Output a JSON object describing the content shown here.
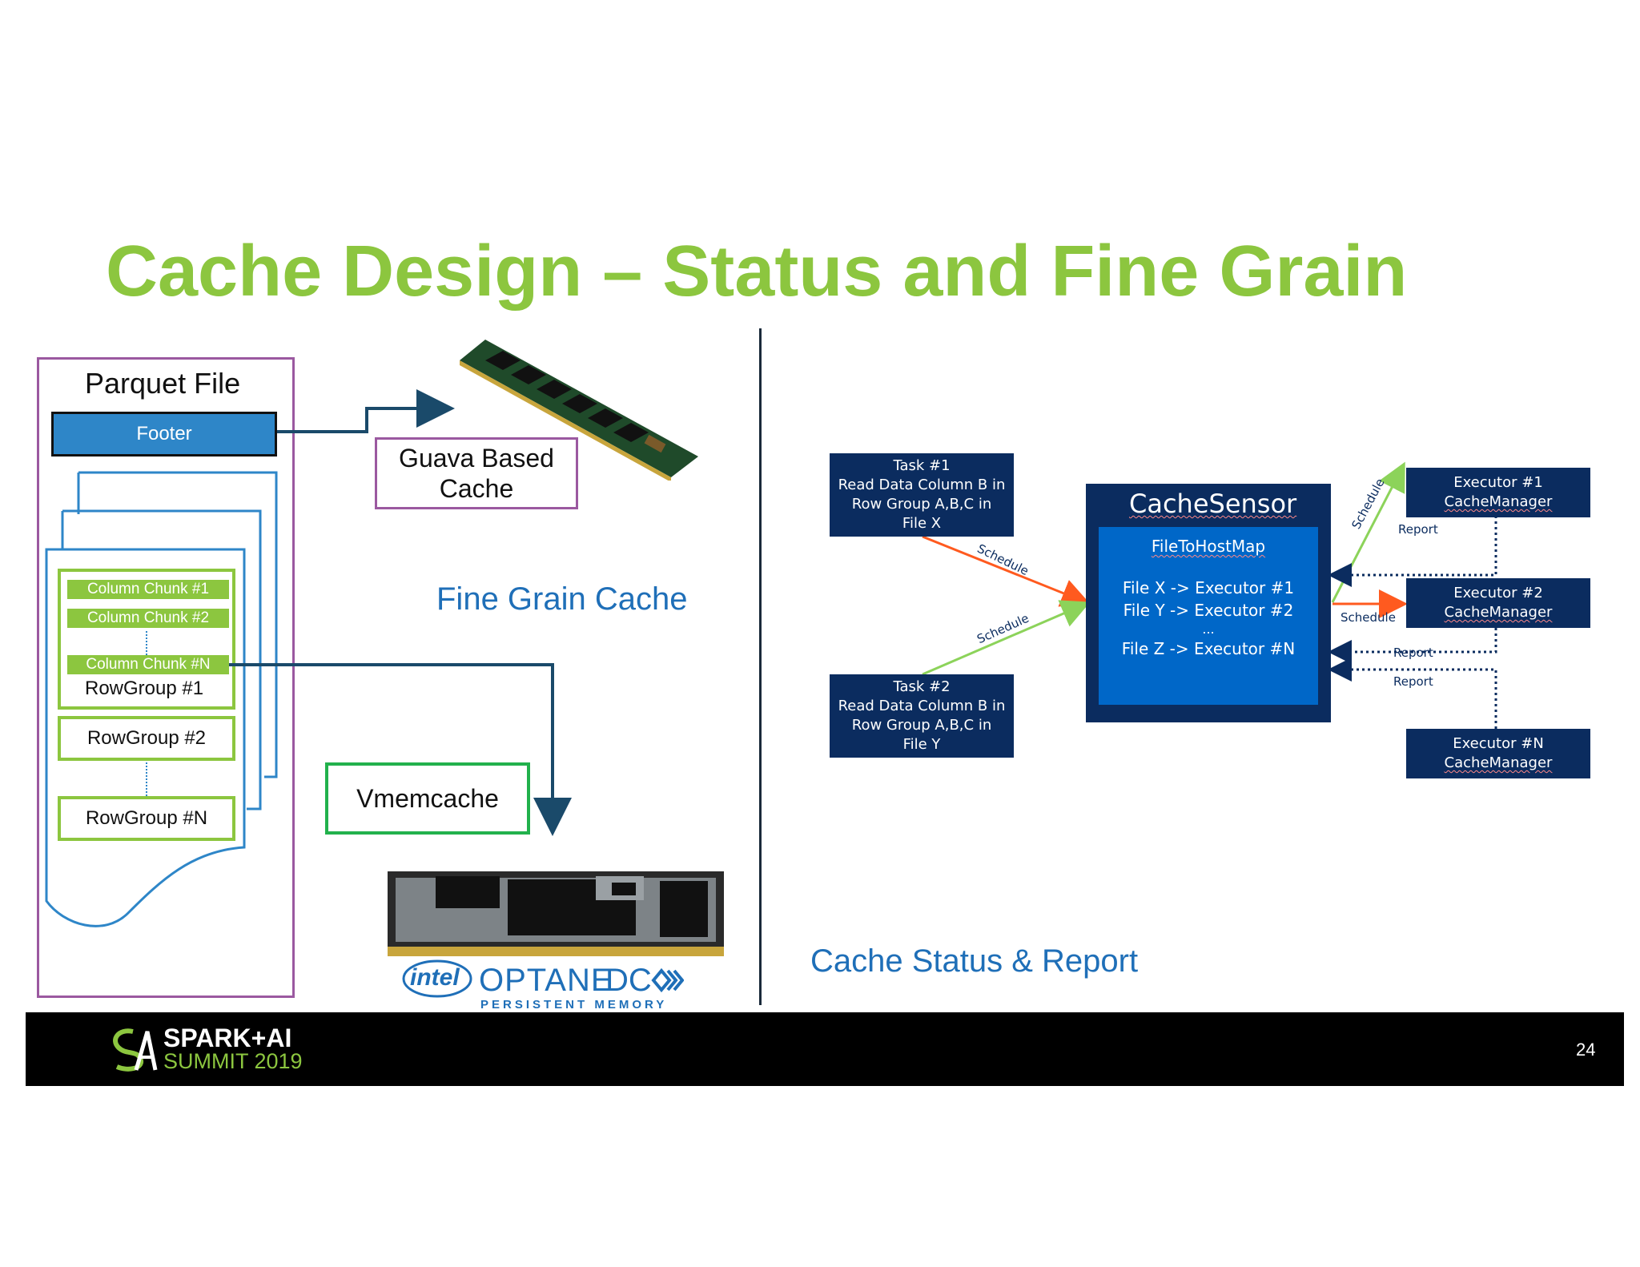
{
  "title": "Cache Design – Status and Fine Grain",
  "left": {
    "parquet_title": "Parquet File",
    "footer_label": "Footer",
    "chunks": [
      "Column Chunk #1",
      "Column Chunk #2",
      "Column Chunk #N"
    ],
    "rowgroups": [
      "RowGroup #1",
      "RowGroup #2",
      "RowGroup #N"
    ],
    "guava": [
      "Guava Based",
      "Cache"
    ],
    "vmemcache": "Vmemcache",
    "fine_grain": "Fine Grain Cache",
    "intel_logo": "intel",
    "optane_brand": "OPTANE",
    "optane_dc": "DC",
    "optane_sub": "PERSISTENT MEMORY"
  },
  "right": {
    "caption": "Cache Status & Report",
    "task1": [
      "Task #1",
      "Read Data Column B in",
      "Row Group A,B,C in",
      "File X"
    ],
    "task2": [
      "Task #2",
      "Read Data Column B in",
      "Row Group A,B,C in",
      "File Y"
    ],
    "sensor_title": "CacheSensor",
    "map_title": "FileToHostMap",
    "map_rows": [
      "File X -> Executor #1",
      "File Y -> Executor #2",
      "...",
      "File Z -> Executor #N"
    ],
    "exec1": [
      "Executor #1",
      "CacheManager"
    ],
    "exec2": [
      "Executor #2",
      "CacheManager"
    ],
    "execN": [
      "Executor #N",
      "CacheManager"
    ],
    "schedule": "Schedule",
    "report": "Report"
  },
  "footer": {
    "logo_line1": "SPARK+AI",
    "logo_line2": "SUMMIT 2019",
    "page_number": "24"
  },
  "colors": {
    "title_green": "#8cc63f",
    "accent_blue": "#1f6fb8",
    "navy": "#0b2c5f",
    "sensor_blue": "#0067c8",
    "purple": "#9b59a0",
    "green_box": "#22b14c",
    "arrow_orange": "#ff5a1f",
    "arrow_green": "#8cd35a"
  }
}
